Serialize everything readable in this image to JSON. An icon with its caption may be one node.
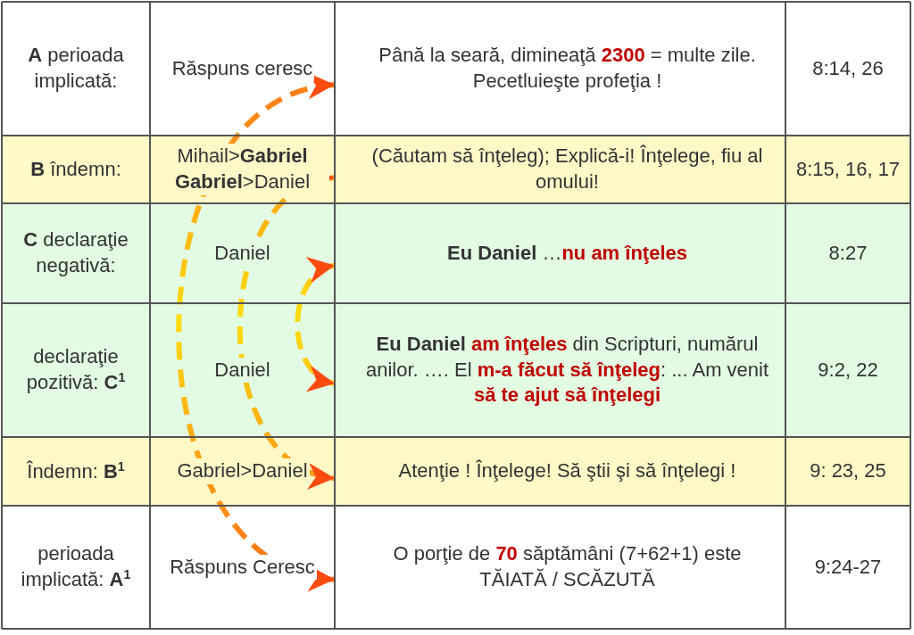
{
  "diagram": {
    "nodes": [
      {
        "text": [
          "Până la seară, dimineaţă **2300** = multe zile. Pecetluieşte profeţia !"
        ]
      },
      {
        "text": [
          "(Căutam să înţeleg); Explică-i! Înţelege, fiu al omului!"
        ]
      },
      {
        "text": [
          "**Eu Daniel** …**nu am înţeles**"
        ]
      },
      {
        "text": [
          "**Eu Daniel** **am înţeles** din Scripturi, numărul anilor. …. El **m-a făcut să înţeleg**: ... Am venit **să te ajut să înţelegi**"
        ]
      },
      {
        "text": [
          "Atenţie ! Înţelege! Să ştii şi să înţelegi !"
        ]
      },
      {
        "text": [
          "O porţie de **70** săptămâni (7+62+1) este TĂIATĂ / SCĂZUTĂ"
        ]
      }
    ],
    "edges": [
      {
        "from": 0,
        "to": 5,
        "arrow": "both",
        "style": "dashed"
      },
      {
        "from": 1,
        "to": 4,
        "arrow": "both",
        "style": "dashed"
      },
      {
        "from": 2,
        "to": 3,
        "arrow": "both",
        "style": "dashed"
      }
    ],
    "labels": [
      "**A** perioada implicată:",
      "Răspuns ceresc",
      "8:14, 26",
      "**B** îndemn:",
      "Mihail>**Gabriel** **Gabriel**>Daniel",
      "8:15, 16, 17",
      "**C** declaraţie negativă:",
      "Daniel",
      "8:27",
      "declaraţie pozitivă: **C**$^{1}$",
      "Daniel",
      "9:2, 22",
      "Îndemn: **B**$^{1}$",
      "Gabriel>Daniel",
      "9: 23, 25",
      "perioada implicată: **A**$^{1}$",
      "Răspuns Ceresc",
      "9:24-27"
    ]
  }
}
